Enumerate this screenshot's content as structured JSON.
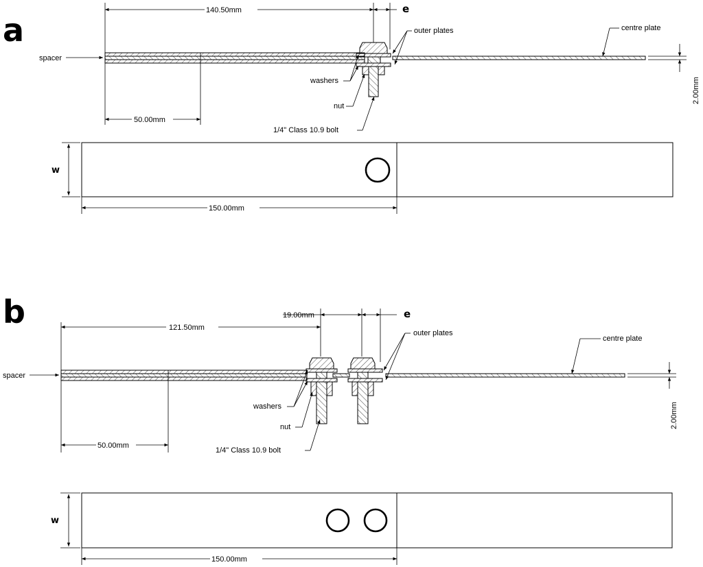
{
  "panel_a": {
    "letter": "a",
    "dim_top": "140.50mm",
    "e_label": "e",
    "outer_plates": "outer plates",
    "centre_plate": "centre plate",
    "spacer": "spacer",
    "washers": "washers",
    "nut": "nut",
    "bolt": "1/4\" Class 10.9 bolt",
    "dim_50": "50.00mm",
    "dim_2": "2.00mm",
    "w_label": "w",
    "dim_150": "150.00mm"
  },
  "panel_b": {
    "letter": "b",
    "dim_top": "121.50mm",
    "dim_19": "19.00mm",
    "e_label": "e",
    "outer_plates": "outer plates",
    "centre_plate": "centre plate",
    "spacer": "spacer",
    "washers": "washers",
    "nut": "nut",
    "bolt": "1/4\" Class 10.9 bolt",
    "dim_50": "50.00mm",
    "dim_2": "2.00mm",
    "w_label": "w",
    "dim_150": "150.00mm"
  }
}
